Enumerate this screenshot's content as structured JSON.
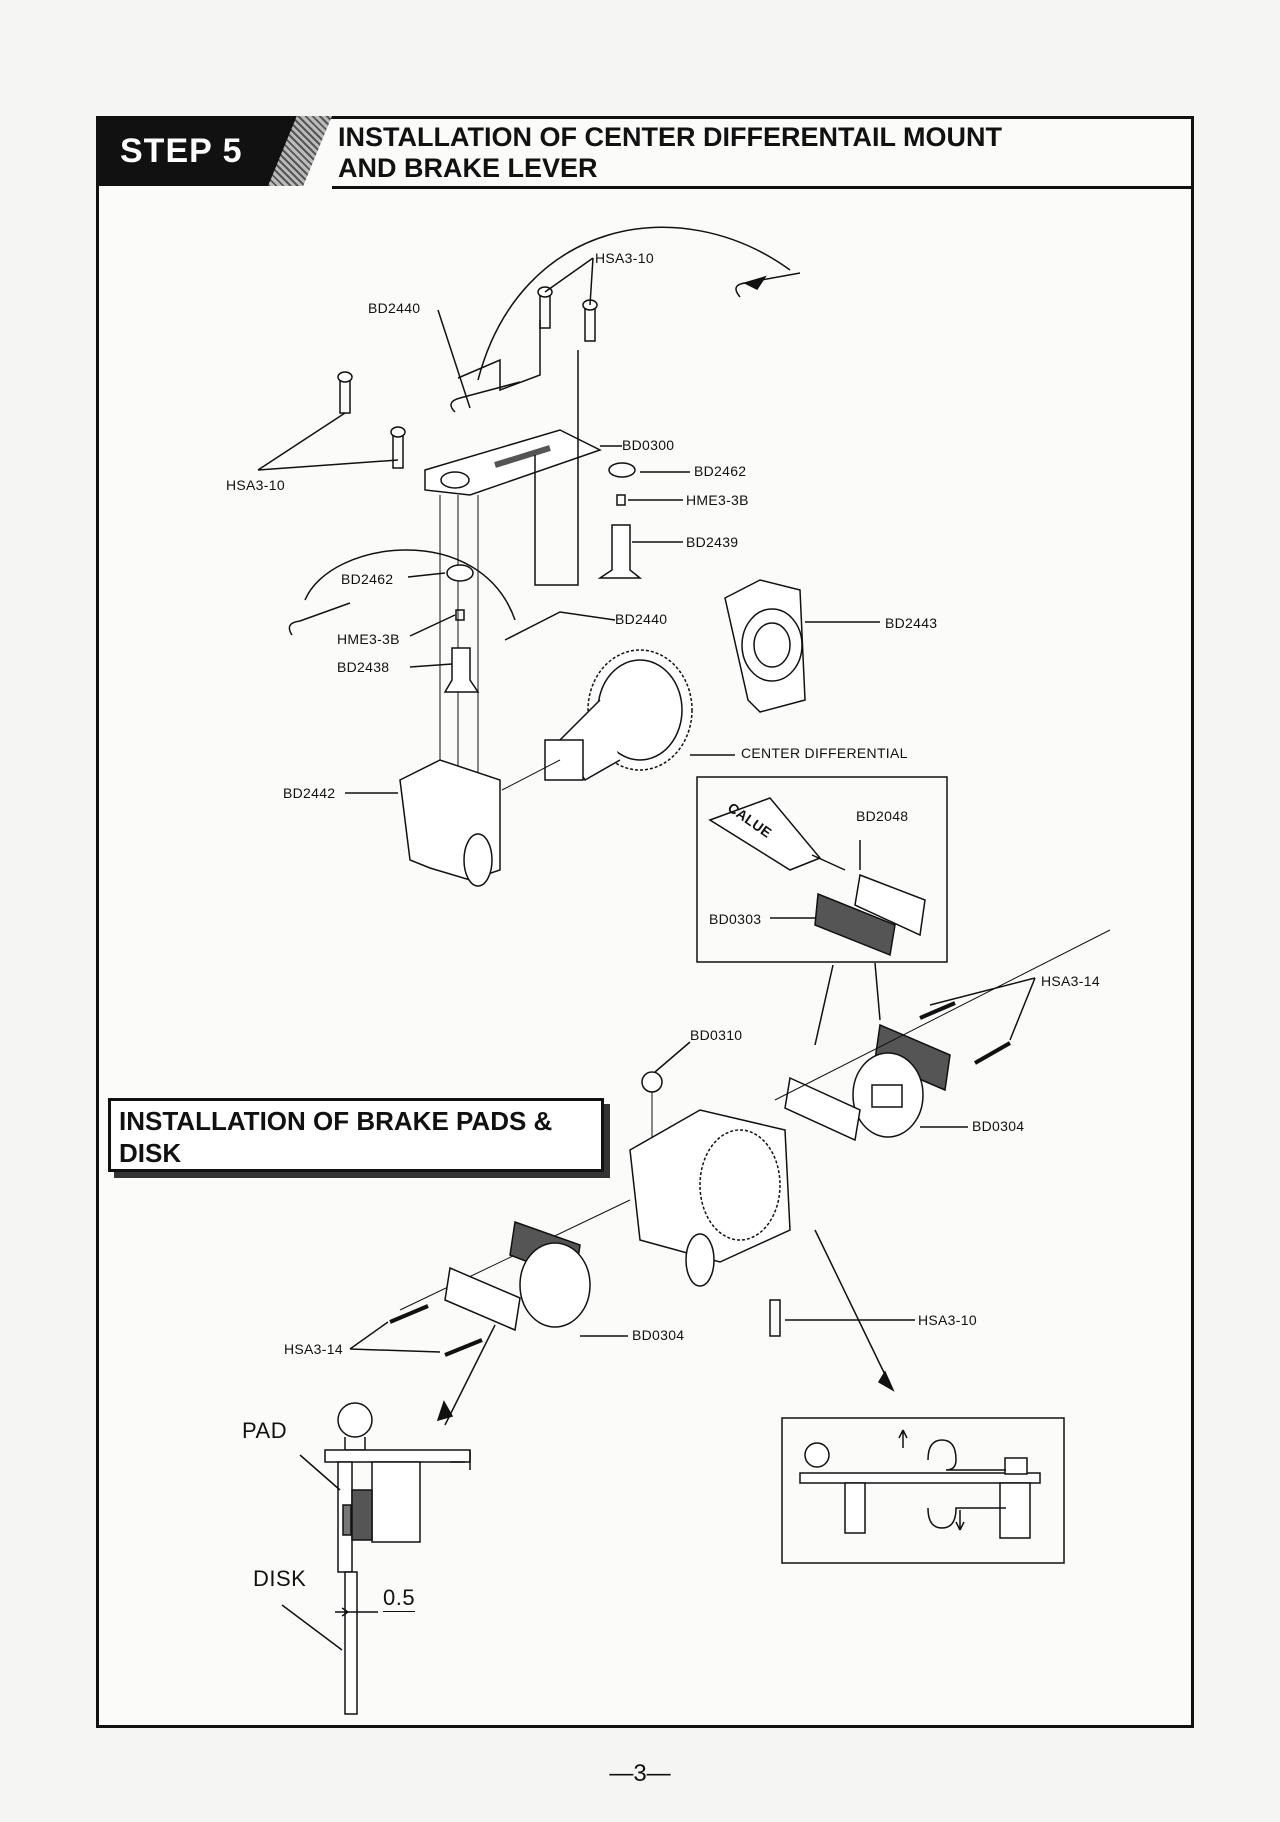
{
  "step": {
    "badge": "STEP 5",
    "title_line1": "INSTALLATION OF CENTER DIFFERENTAIL MOUNT",
    "title_line2": "AND BRAKE LEVER"
  },
  "subsection": {
    "line1": "INSTALLATION OF BRAKE PADS &",
    "line2": "DISK"
  },
  "labels": {
    "hsa3_10_top": "HSA3-10",
    "bd2440_top": "BD2440",
    "hsa3_10_left": "HSA3-10",
    "bd0300": "BD0300",
    "bd2462_right": "BD2462",
    "hme3_3b_right": "HME3-3B",
    "bd2439": "BD2439",
    "bd2462_left": "BD2462",
    "bd2440_mid": "BD2440",
    "bd2443": "BD2443",
    "hme3_3b_left": "HME3-3B",
    "bd2438": "BD2438",
    "center_diff": "CENTER DIFFERENTIAL",
    "bd2442": "BD2442",
    "bd2048": "BD2048",
    "glue": "CALUE",
    "bd0303": "BD0303",
    "hsa3_14_right": "HSA3-14",
    "bd0310": "BD0310",
    "bd0304_right": "BD0304",
    "bd0304_lower": "BD0304",
    "hsa3_14_left": "HSA3-14",
    "hsa3_10_lower": "HSA3-10",
    "pad": "PAD",
    "disk": "DISK",
    "gap": "0.5"
  },
  "page_number": "—3—"
}
